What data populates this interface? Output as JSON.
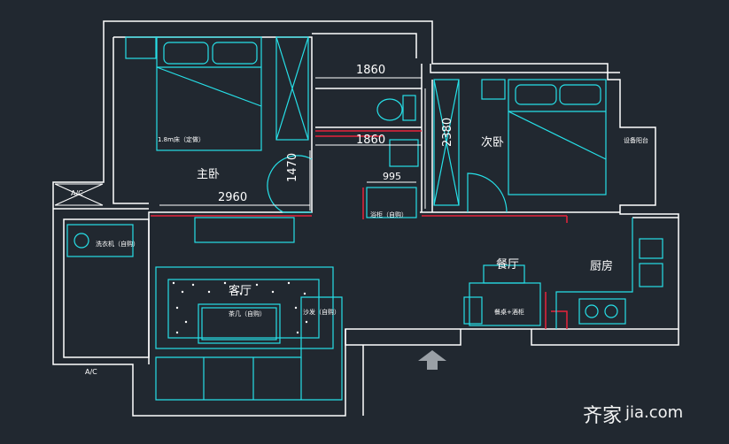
{
  "colors": {
    "background": "#212830",
    "wall": "#ffffff",
    "furniture": "#26e0e8",
    "red_line": "#e8223a",
    "arrow": "#9aa0a6"
  },
  "rooms": {
    "master_bedroom": "主卧",
    "second_bedroom": "次卧",
    "living_room": "客厅",
    "dining_room": "餐厅",
    "kitchen": "厨房"
  },
  "dimensions": {
    "d1860_top": "1860",
    "d1860_mid": "1860",
    "d2380": "2380",
    "d1470": "1470",
    "d995": "995",
    "d2960": "2960"
  },
  "small_labels": {
    "ac_top": "A/C",
    "ac_bottom": "A/C",
    "bed_note": "1.8m床（定做）",
    "equipment_balcony": "设备阳台",
    "washer": "洗衣机（自购）",
    "coffee_table": "茶几（自购）",
    "sofa": "沙发（自购）",
    "dining_table": "餐桌+酒柜",
    "wash_basin": "浴柜（自购）"
  },
  "watermark": {
    "brand": "齐家",
    "domain": "jia.com"
  }
}
